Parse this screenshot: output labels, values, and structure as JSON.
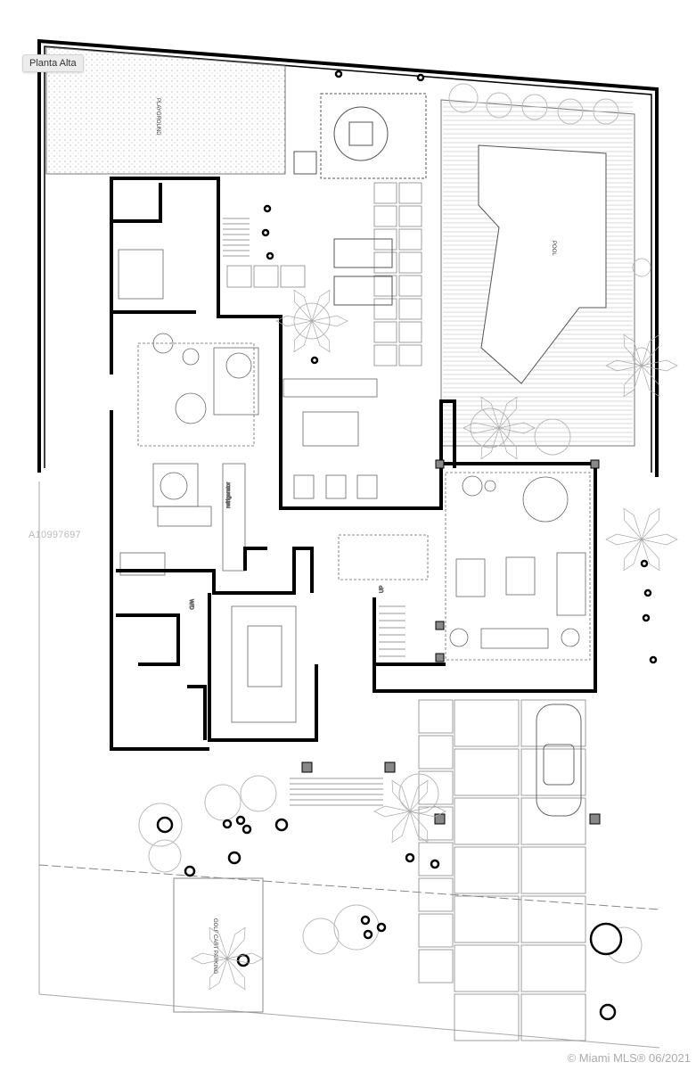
{
  "tooltip": "Planta Alta",
  "watermark": "A10997697",
  "copyright": "© Miami MLS® 06/2021",
  "labels": {
    "playground": "PLAYGROUND",
    "pool": "POOL",
    "golf_cart": "GOLF CART PARKING",
    "wd": "W/D",
    "up": "UP",
    "refrigerator": "refrigerator"
  },
  "colors": {
    "wall": "#000000",
    "line": "#888888",
    "tooltip_bg": "#ececec"
  }
}
